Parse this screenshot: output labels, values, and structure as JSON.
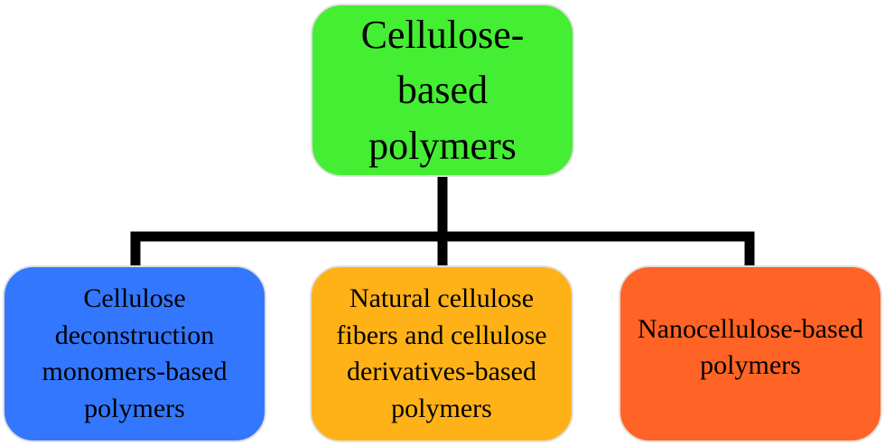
{
  "diagram": {
    "root": {
      "label": "Cellulose-based polymers",
      "color": "#44ee33"
    },
    "children": [
      {
        "label": "Cellulose deconstruction monomers-based polymers",
        "color": "#3377ff"
      },
      {
        "label": "Natural cellulose fibers and cellulose derivatives-based polymers",
        "color": "#ffb217"
      },
      {
        "label": "Nanocellulose-based polymers",
        "color": "#ff6325"
      }
    ],
    "connector_color": "#000000"
  }
}
